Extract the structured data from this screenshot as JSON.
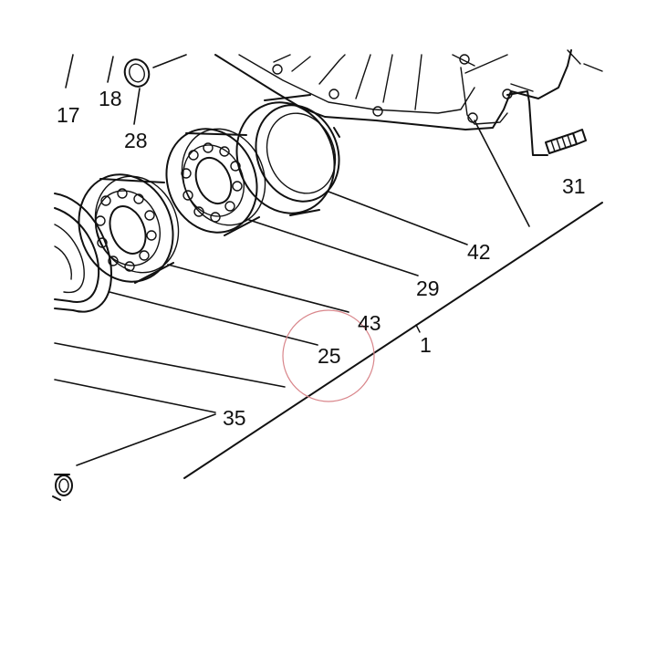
{
  "colors": {
    "line": "#111111",
    "background": "#ffffff",
    "highlight_circle": "#d9868b"
  },
  "labels": {
    "l1": "1",
    "l17": "17",
    "l18": "18",
    "l25": "25",
    "l28": "28",
    "l29": "29",
    "l31": "31",
    "l35": "35",
    "l42": "42",
    "l43": "43"
  }
}
